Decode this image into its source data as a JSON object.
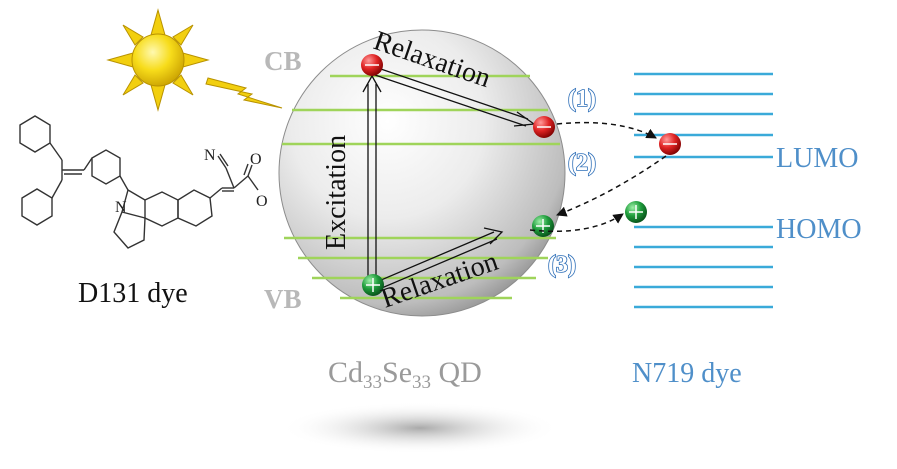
{
  "labels": {
    "cb": "CB",
    "vb": "VB",
    "relaxation_top": "Relaxation",
    "relaxation_bottom": "Relaxation",
    "excitation": "Excitation",
    "step1": "(1)",
    "step2": "(2)",
    "step3": "(3)",
    "lumo": "LUMO",
    "homo": "HOMO",
    "d131": "D131 dye",
    "n719": "N719 dye",
    "qd_prefix": "Cd",
    "qd_sub1": "33",
    "qd_mid": "Se",
    "qd_sub2": "33",
    "qd_suffix": " QD",
    "mol_n_top": "N",
    "mol_n_indole": "N",
    "mol_o1": "O",
    "mol_o2": "O"
  },
  "colors": {
    "energy_line": "#3aaad9",
    "qd_line": "#9fd45a",
    "electron": "#d62020",
    "hole": "#1e9a3a",
    "sun": "#f2cf0f",
    "label_blue": "#4f8fc9"
  }
}
